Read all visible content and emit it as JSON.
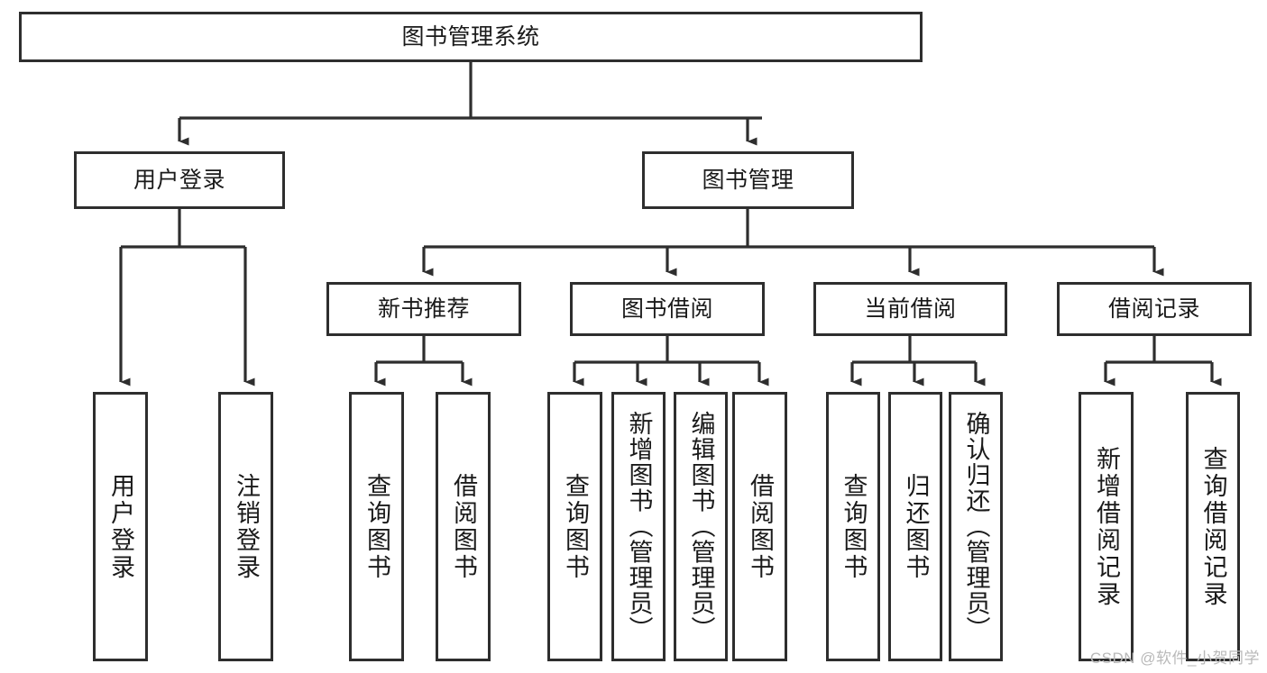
{
  "diagram": {
    "type": "tree-hierarchy",
    "title": "图书管理系统",
    "root": {
      "label": "图书管理系统"
    },
    "level2": [
      {
        "label": "用户登录"
      },
      {
        "label": "图书管理"
      }
    ],
    "level3": [
      {
        "label": "新书推荐",
        "parent": "图书管理"
      },
      {
        "label": "图书借阅",
        "parent": "图书管理"
      },
      {
        "label": "当前借阅",
        "parent": "图书管理"
      },
      {
        "label": "借阅记录",
        "parent": "图书管理"
      }
    ],
    "leaves": [
      {
        "label": "用户登录",
        "parent": "用户登录"
      },
      {
        "label": "注销登录",
        "parent": "用户登录"
      },
      {
        "label": "查询图书",
        "parent": "新书推荐"
      },
      {
        "label": "借阅图书",
        "parent": "新书推荐"
      },
      {
        "label": "查询图书",
        "parent": "图书借阅"
      },
      {
        "label": "新增图书（管理员）",
        "parent": "图书借阅"
      },
      {
        "label": "编辑图书（管理员）",
        "parent": "图书借阅"
      },
      {
        "label": "借阅图书",
        "parent": "图书借阅"
      },
      {
        "label": "查询图书",
        "parent": "当前借阅"
      },
      {
        "label": "归还图书",
        "parent": "当前借阅"
      },
      {
        "label": "确认归还（管理员）",
        "parent": "当前借阅"
      },
      {
        "label": "新增借阅记录",
        "parent": "借阅记录"
      },
      {
        "label": "查询借阅记录",
        "parent": "借阅记录"
      }
    ],
    "colors": {
      "border": "#2e2e2e",
      "background": "#ffffff",
      "text": "#1a1a1a",
      "connector": "#2e2e2e",
      "watermark": "#b9b9b9"
    }
  },
  "watermark": {
    "text": "CSDN @软件_小贺同学"
  }
}
